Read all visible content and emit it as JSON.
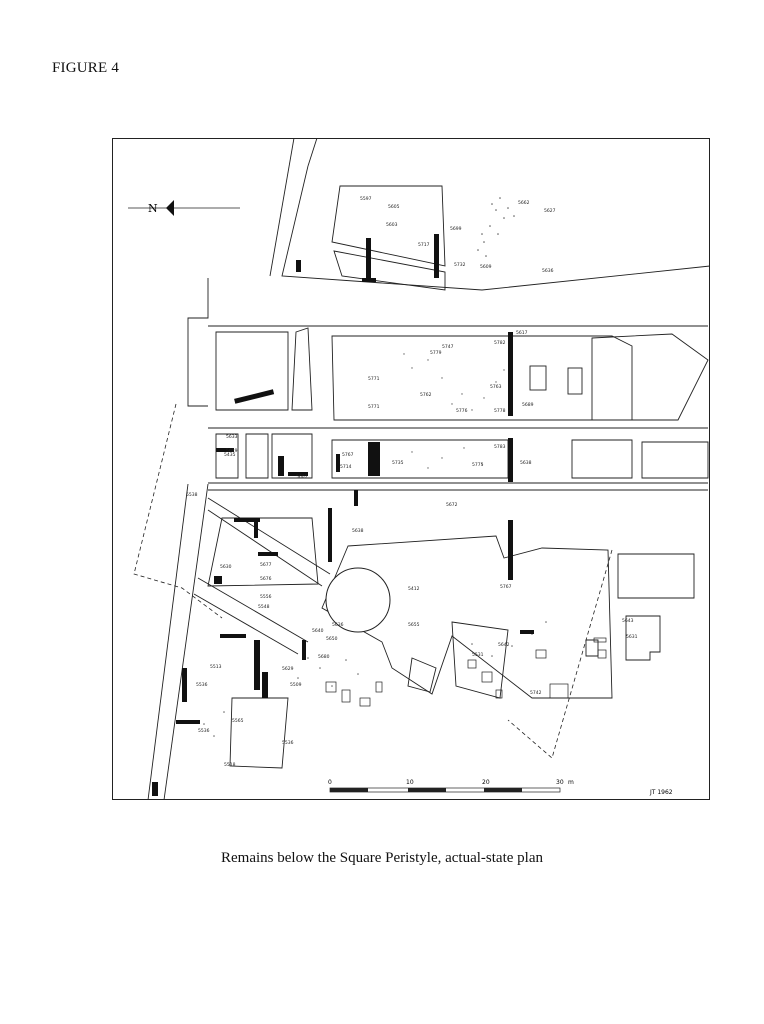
{
  "figure": {
    "label": "FIGURE 4"
  },
  "caption": "Remains below the Square Peristyle, actual-state plan",
  "plan": {
    "north_label": "N",
    "initials": "JT 1962",
    "scale": {
      "ticks": [
        "0",
        "10",
        "20",
        "30"
      ],
      "unit": "m"
    },
    "labels": [
      "5597",
      "5662",
      "5627",
      "5605",
      "5699",
      "5603",
      "5717",
      "5732",
      "5609",
      "5636",
      "5617",
      "5782",
      "5747",
      "5779",
      "5771",
      "5762",
      "5771",
      "5763",
      "5776",
      "5689",
      "5778",
      "5783",
      "5633",
      "5629",
      "5435",
      "5607",
      "5767",
      "5714",
      "5735",
      "5775",
      "5638",
      "5538",
      "5672",
      "5638",
      "5412",
      "5630",
      "5677",
      "5676",
      "5556",
      "5548",
      "5640",
      "5650",
      "5680",
      "5629",
      "5509",
      "5636",
      "5536",
      "5531",
      "5642",
      "5767",
      "5513",
      "5536",
      "5565",
      "5536",
      "5518",
      "5655",
      "5742",
      "5643",
      "5631"
    ]
  }
}
